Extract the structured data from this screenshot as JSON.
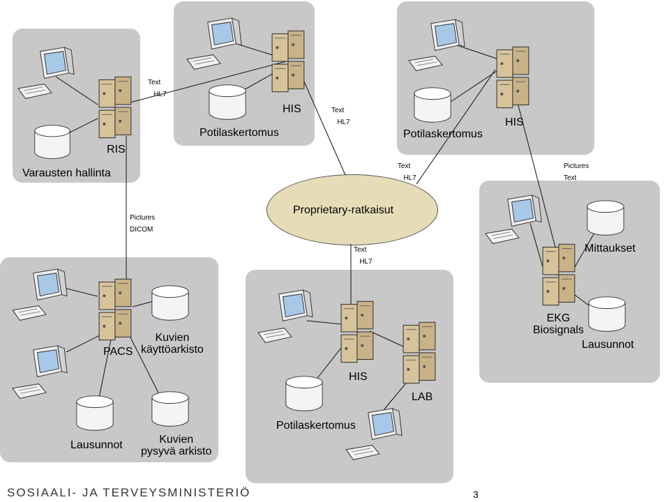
{
  "panels": {
    "ris": {
      "title": "RIS",
      "sub": "Varausten hallinta"
    },
    "his_top": {
      "title": "HIS",
      "sub": "Potilaskertomus"
    },
    "his_right": {
      "title": "HIS",
      "sub": "Potilaskertomus"
    },
    "mitt": {
      "title": "Mittaukset",
      "ekg": "EKG\nBiosignals",
      "lausunnot": "Lausunnot"
    },
    "pacs": {
      "title": "PACS",
      "kuv1": "Kuvien\nkäyttöarkisto",
      "laus": "Lausunnot",
      "kuv2": "Kuvien\npysyvä arkisto"
    },
    "center": {
      "his": "HIS",
      "lab": "LAB",
      "pot": "Potilaskertomus"
    }
  },
  "hub": {
    "label": "Proprietary-ratkaisut"
  },
  "links": {
    "ris_his": "Text\n   HL7",
    "his_hub": "Text\n   HL7",
    "right_hub": "Text\n   HL7",
    "right_mitt": "Pictures\nText",
    "ris_pacs": "Pictures\nDICOM",
    "hub_center": "Text\n   HL7"
  },
  "footer": {
    "org": "SOSIAALI- JA TERVEYSMINISTERIÖ",
    "page": "3"
  },
  "colors": {
    "panel": "#c8c8c8",
    "hub": "#e6ddb8",
    "server": "#d7c39a",
    "monitor": "#a8c8e8"
  }
}
